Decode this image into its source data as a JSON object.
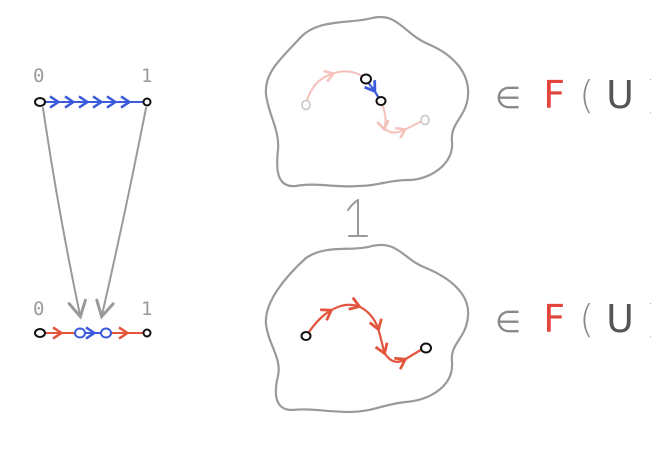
{
  "interval_top": {
    "left_label": "0",
    "right_label": "1"
  },
  "interval_bottom": {
    "left_label": "0",
    "right_label": "1"
  },
  "top_set": {
    "element_of": "∈",
    "functor": "F",
    "open_paren": "(",
    "argument": "U",
    "close_paren": ")"
  },
  "bottom_set": {
    "element_of": "∈",
    "functor": "F",
    "open_paren": "(",
    "argument": "U",
    "close_paren": ")"
  },
  "colors": {
    "blue_path": "#3b5bdb",
    "red_path": "#e2553c",
    "faint_red_path": "#f4c2bb",
    "outline": "#9a9a9a"
  }
}
